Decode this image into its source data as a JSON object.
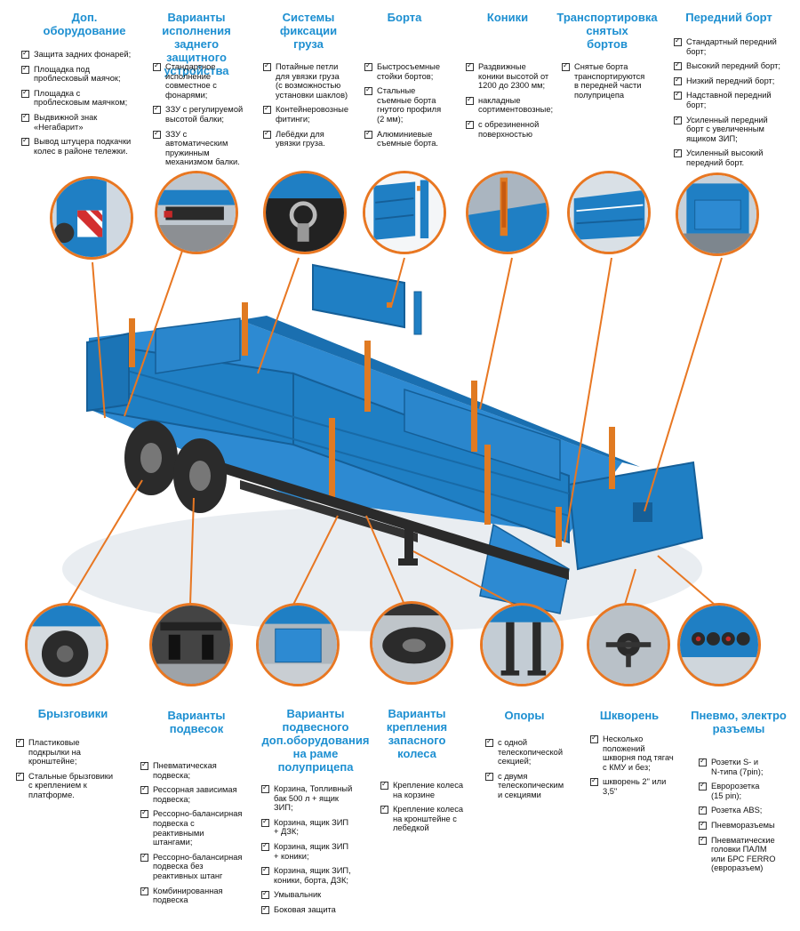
{
  "top_sections": [
    {
      "id": "dop",
      "title": "Доп.\nоборудование",
      "items": [
        "Защита задних фонарей;",
        "Площадка под\nпроблесковый маячок;",
        "Площадка с\nпроблесковым маячком;",
        "Выдвижной знак\n«Негабарит»",
        "Вывод штуцера подкачки\nколес в районе тележки."
      ]
    },
    {
      "id": "zzu",
      "title": "Варианты\nисполнения\nзаднего защитного\nустройства",
      "items": [
        "Стандартное\nисполнение\nсовместное с\nфонарями;",
        "ЗЗУ с регулируемой\nвысотой балки;",
        "ЗЗУ с\nавтоматическим\nпружинным\nмеханизмом балки."
      ]
    },
    {
      "id": "fix",
      "title": "Системы\nфиксации\nгруза",
      "items": [
        "Потайные петли\nдля увязки груза\n(с возможностью\nустановки шаклов)",
        "Контейнеровозные\nфитинги;",
        "Лебёдки для\nувязки груза."
      ]
    },
    {
      "id": "borta",
      "title": "Борта",
      "items": [
        "Быстросъемные\nстойки бортов;",
        "Стальные\nсъемные борта\nгнутого профиля\n(2 мм);",
        "Алюминиевые\nсъемные борта."
      ]
    },
    {
      "id": "koniki",
      "title": "Коники",
      "items": [
        "Раздвижные\nконики высотой от\n1200 до 2300 мм;",
        "накладные\nсортиментовозные;",
        "с обрезиненной\nповерхностью"
      ]
    },
    {
      "id": "transp",
      "title": "Транспортировка\nснятых\nбортов",
      "items": [
        "Снятые борта\nтранспортируются\nв передней части\nполуприцепа"
      ]
    },
    {
      "id": "front",
      "title": "Передний борт",
      "items": [
        "Стандартный передний\nборт;",
        "Высокий передний борт;",
        "Низкий передний борт;",
        "Надставной передний\nборт;",
        "Усиленный передний\nборт с увеличенным\nящиком ЗИП;",
        "Усиленный высокий\nпередний борт."
      ]
    }
  ],
  "bottom_sections": [
    {
      "id": "bryzg",
      "title": "Брызговики",
      "items": [
        "Пластиковые\nподкрылки на\nкронштейне;",
        "Стальные брызговики\nс креплением к\nплатформе."
      ]
    },
    {
      "id": "podv",
      "title": "Варианты\nподвесок",
      "items": [
        "Пневматическая\nподвеска;",
        "Рессорная зависимая\nподвеска;",
        "Рессорно-балансирная\nподвеска с\nреактивными\nштангами;",
        "Рессорно-балансирная\nподвеска без\nреактивных штанг",
        "Комбинированная\nподвеска"
      ]
    },
    {
      "id": "podvdop",
      "title": "Варианты\nподвесного\nдоп.оборудования\nна раме\nполуприцепа",
      "items": [
        "Корзина, Топливный\nбак 500 л + ящик\nЗИП;",
        "Корзина, ящик ЗИП\n+ ДЗК;",
        "Корзина, ящик ЗИП\n+ коники;",
        "Корзина, ящик ЗИП,\nконики, борта, ДЗК;",
        "Умывальник",
        "Боковая защита"
      ]
    },
    {
      "id": "zapas",
      "title": "Варианты\nкрепления\nзапасного\nколеса",
      "items": [
        "Крепление колеса\nна корзине",
        "Крепление колеса\nна кронштейне с\nлебедкой"
      ]
    },
    {
      "id": "opory",
      "title": "Опоры",
      "items": [
        "с одной\nтелескопической\nсекцией;",
        "с двумя\nтелескопическим\nи секциями"
      ]
    },
    {
      "id": "shkvoren",
      "title": "Шкворень",
      "items": [
        "Несколько\nположений\nшкворня под тягач\nс КМУ и без;",
        "шкворень 2\" или\n3,5\""
      ]
    },
    {
      "id": "pnevmo",
      "title": "Пневмо, электро\nразъемы",
      "items": [
        "Розетки S- и\nN-типа (7pin);",
        "Евророзетка\n(15 pin);",
        "Розетка ABS;",
        "Пневморазъемы",
        "Пневматические\nголовки ПАЛМ\nили БРС FERRO\n(евроразъем)"
      ]
    }
  ],
  "circles_top": [
    "dop-photo",
    "zzu-photo",
    "fix-photo",
    "borta-photo",
    "koniki-photo",
    "transp-photo",
    "front-photo"
  ],
  "circles_bottom": [
    "bryzg-photo",
    "podv-photo",
    "podvdop-photo",
    "zapas-photo",
    "opory-photo",
    "shkvoren-photo",
    "pnevmo-photo"
  ],
  "colors": {
    "title": "#1d8fd1",
    "leader": "#e87722",
    "trailer_blue": "#1f7fc4",
    "trailer_dark": "#155f98",
    "post": "#e07a22",
    "frame": "#2a2a2a"
  }
}
